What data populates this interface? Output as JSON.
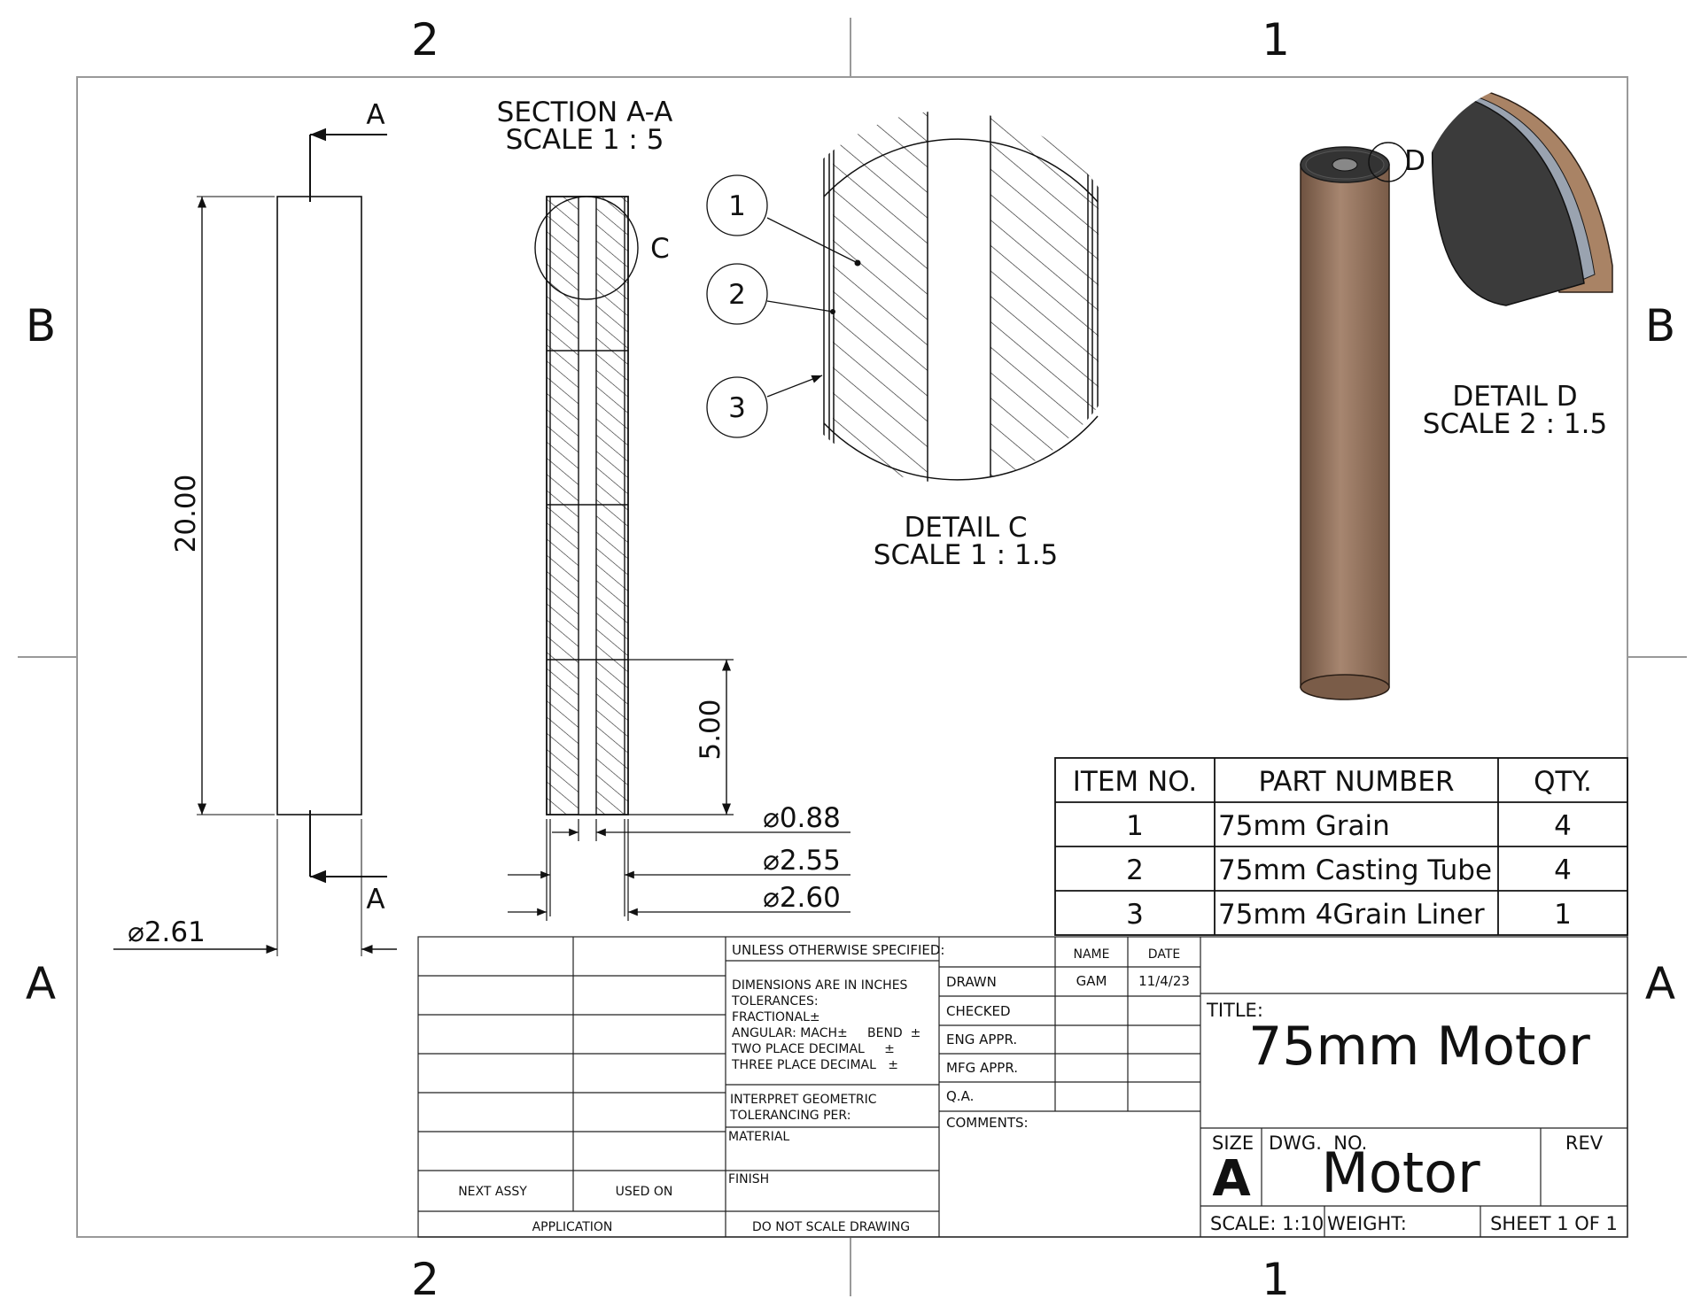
{
  "border": {
    "top_zones": [
      "2",
      "1"
    ],
    "bottom_zones": [
      "2",
      "1"
    ],
    "left_zones": [
      "B",
      "A"
    ],
    "right_zones": [
      "B",
      "A"
    ]
  },
  "front_view": {
    "section_marker": "A",
    "dimensions": {
      "length": "20.00",
      "diameter": "⌀2.61"
    }
  },
  "section_view": {
    "title": "SECTION A-A",
    "scale": "SCALE 1 : 5",
    "detail_callout": "C",
    "dimensions": {
      "segment_length": "5.00",
      "bore": "⌀0.88",
      "grain_od": "⌀2.55",
      "tube_od": "⌀2.60"
    }
  },
  "detail_c": {
    "title": "DETAIL C",
    "scale": "SCALE 1 : 1.5",
    "balloons": [
      "1",
      "2",
      "3"
    ]
  },
  "iso_view": {
    "detail_callout": "D",
    "colors": {
      "tube": "#8a6a55",
      "tube_light": "#b08d74",
      "end_cap": "#3b3b3b",
      "liner": "#9aa3b0"
    }
  },
  "detail_d": {
    "title": "DETAIL D",
    "scale": "SCALE 2 : 1.5"
  },
  "bom": {
    "headers": [
      "ITEM NO.",
      "PART NUMBER",
      "QTY."
    ],
    "rows": [
      {
        "item": "1",
        "part": "75mm Grain",
        "qty": "4"
      },
      {
        "item": "2",
        "part": "75mm Casting Tube",
        "qty": "4"
      },
      {
        "item": "3",
        "part": "75mm 4Grain Liner",
        "qty": "1"
      }
    ]
  },
  "title_block": {
    "next_assy": "NEXT ASSY",
    "used_on": "USED ON",
    "application": "APPLICATION",
    "unless": "UNLESS OTHERWISE SPECIFIED:",
    "spec_lines": [
      "DIMENSIONS ARE IN INCHES",
      "TOLERANCES:",
      "FRACTIONAL±",
      "ANGULAR: MACH±     BEND  ±",
      "TWO PLACE DECIMAL     ±",
      "THREE PLACE DECIMAL   ±"
    ],
    "interpret_lines": [
      "INTERPRET GEOMETRIC",
      "TOLERANCING PER:"
    ],
    "material": "MATERIAL",
    "finish": "FINISH",
    "do_not_scale": "DO NOT SCALE DRAWING",
    "name_header": "NAME",
    "date_header": "DATE",
    "drawn": "DRAWN",
    "drawn_name": "GAM",
    "drawn_date": "11/4/23",
    "checked": "CHECKED",
    "eng_appr": "ENG APPR.",
    "mfg_appr": "MFG APPR.",
    "qa": "Q.A.",
    "comments": "COMMENTS:",
    "title_label": "TITLE:",
    "title": "75mm Motor",
    "size_label": "SIZE",
    "size": "A",
    "dwg_no_label": "DWG.  NO.",
    "dwg_no": "Motor",
    "rev_label": "REV",
    "scale": "SCALE: 1:10",
    "weight": "WEIGHT:",
    "sheet": "SHEET 1 OF 1"
  }
}
